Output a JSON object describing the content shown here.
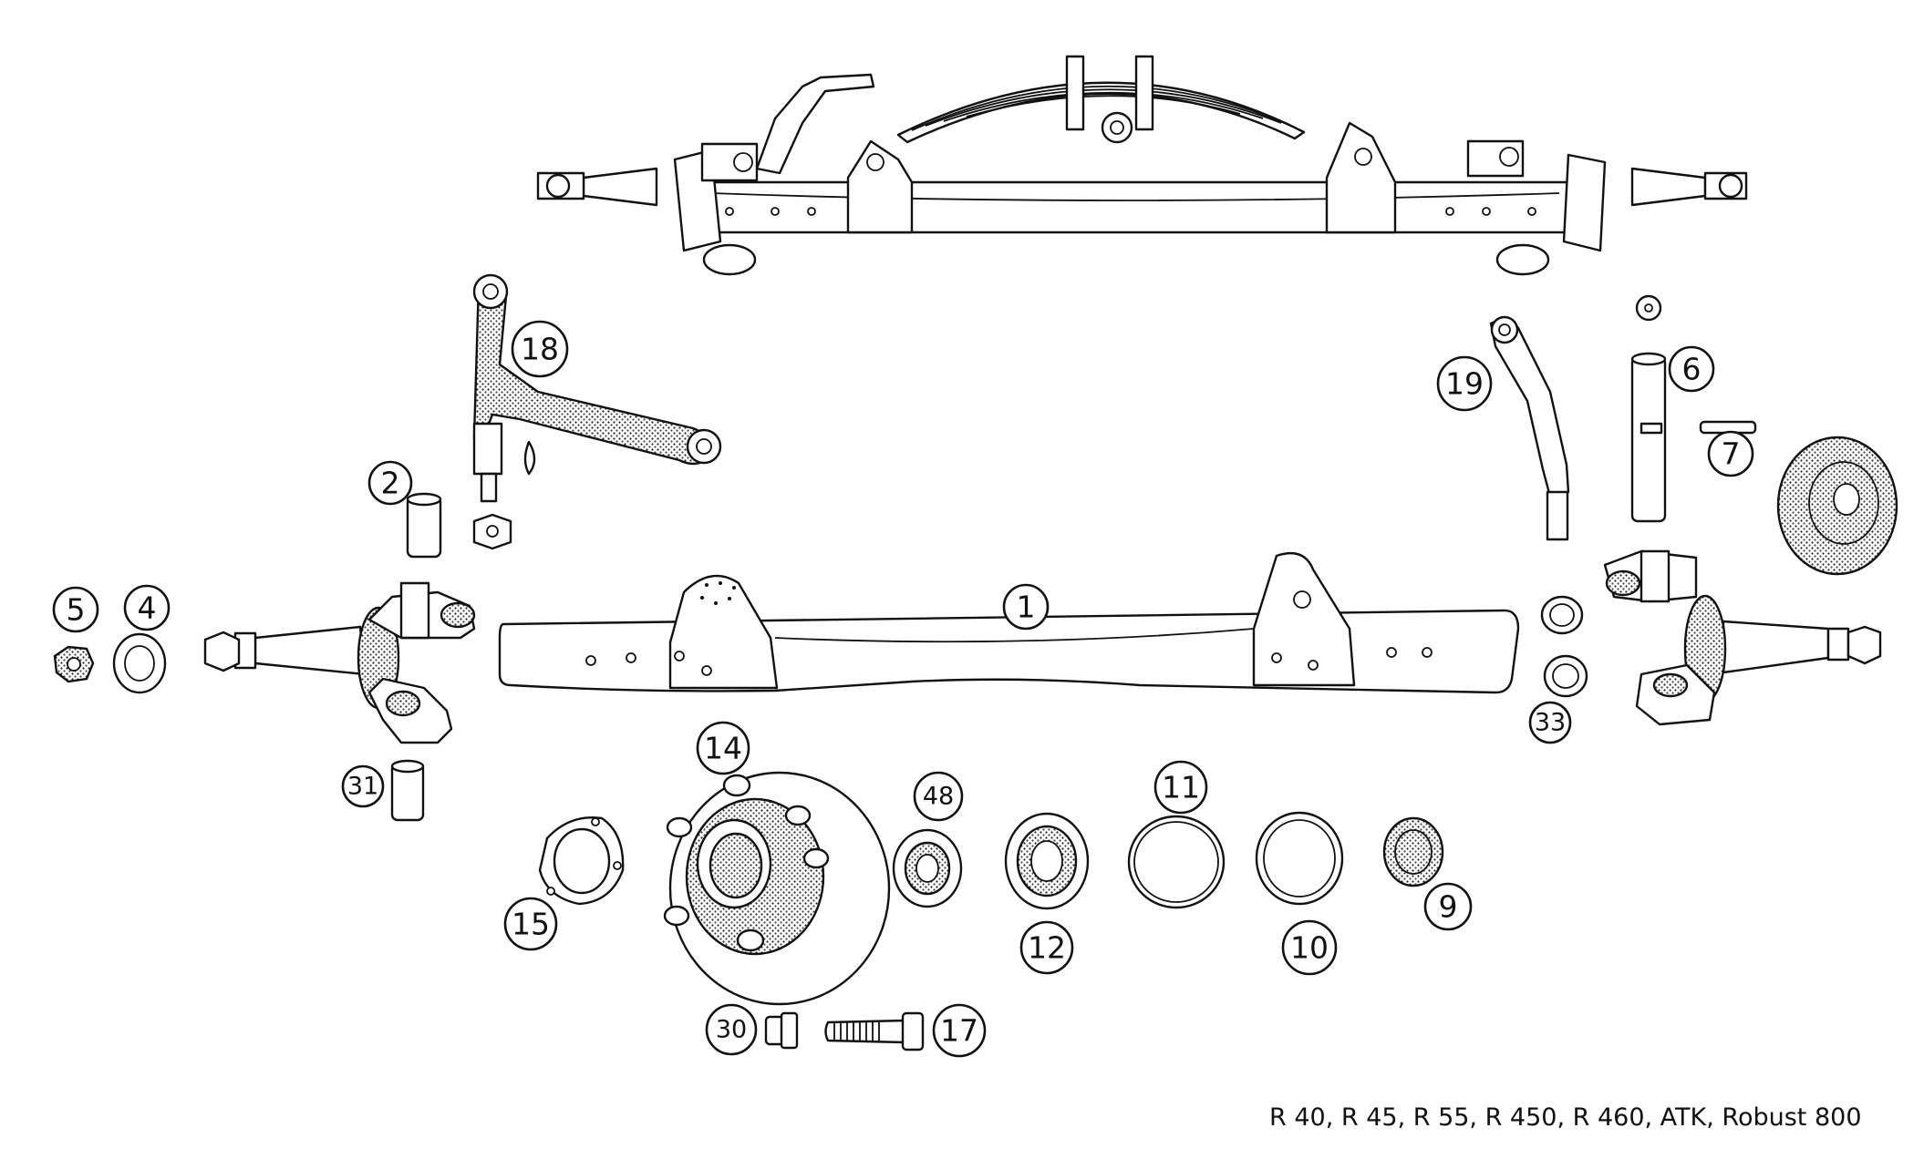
{
  "caption": "R 40, R 45, R 55, R 450, R 460, ATK, Robust 800",
  "labels": {
    "p1": "1",
    "p2": "2",
    "p4": "4",
    "p5": "5",
    "p6": "6",
    "p7": "7",
    "p9": "9",
    "p10": "10",
    "p11": "11",
    "p12": "12",
    "p14": "14",
    "p15": "15",
    "p17": "17",
    "p18": "18",
    "p19": "19",
    "p30": "30",
    "p31": "31",
    "p33": "33",
    "p48": "48"
  }
}
